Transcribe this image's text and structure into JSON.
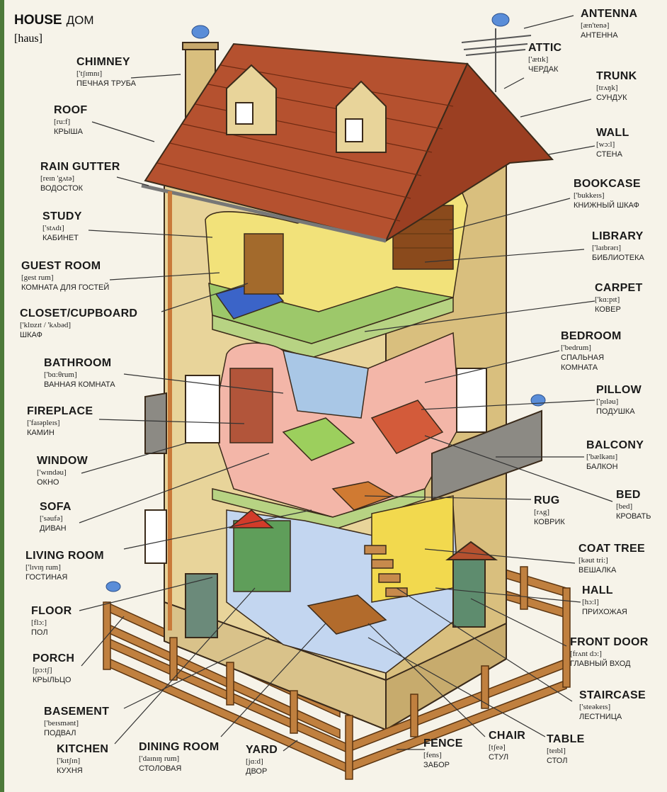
{
  "title": {
    "en": "HOUSE",
    "ru": "ДОМ",
    "transcription": "[haus]"
  },
  "labels": {
    "antenna": {
      "en": "ANTENNA",
      "tr": "[æn'tenə]",
      "ru": "АНТЕННА"
    },
    "attic": {
      "en": "ATTIC",
      "tr": "['ætɪk]",
      "ru": "ЧЕРДАК"
    },
    "trunk": {
      "en": "TRUNK",
      "tr": "[trʌŋk]",
      "ru": "СУНДУК"
    },
    "wall": {
      "en": "WALL",
      "tr": "[wɔ:l]",
      "ru": "СТЕНА"
    },
    "bookcase": {
      "en": "BOOKCASE",
      "tr": "['bukkeɪs]",
      "ru": "КНИЖНЫЙ ШКАФ"
    },
    "library": {
      "en": "LIBRARY",
      "tr": "['laɪbrərɪ]",
      "ru": "БИБЛИОТЕКА"
    },
    "carpet": {
      "en": "CARPET",
      "tr": "['kɑ:pɪt]",
      "ru": "КОВЕР"
    },
    "bedroom": {
      "en": "BEDROOM",
      "tr": "['bedrum]",
      "ru1": "СПАЛЬНАЯ",
      "ru2": "КОМНАТА"
    },
    "pillow": {
      "en": "PILLOW",
      "tr": "['pɪləu]",
      "ru": "ПОДУШКА"
    },
    "balcony": {
      "en": "BALCONY",
      "tr": "['bælkənɪ]",
      "ru": "БАЛКОН"
    },
    "bed": {
      "en": "BED",
      "tr": "[bed]",
      "ru": "КРОВАТЬ"
    },
    "rug": {
      "en": "RUG",
      "tr": "[rʌg]",
      "ru": "КОВРИК"
    },
    "coat_tree": {
      "en": "COAT TREE",
      "tr": "[kəut tri:]",
      "ru": "ВЕШАЛКА"
    },
    "hall": {
      "en": "HALL",
      "tr": "[hɔ:l]",
      "ru": "ПРИХОЖАЯ"
    },
    "front_door": {
      "en": "FRONT DOOR",
      "tr": "[frʌnt dɔ:]",
      "ru": "ГЛАВНЫЙ ВХОД"
    },
    "staircase": {
      "en": "STAIRCASE",
      "tr": "['steəkeɪs]",
      "ru": "ЛЕСТНИЦА"
    },
    "table": {
      "en": "TABLE",
      "tr": "[teɪbl]",
      "ru": "СТОЛ"
    },
    "chair": {
      "en": "CHAIR",
      "tr": "[tʃeə]",
      "ru": "СТУЛ"
    },
    "fence": {
      "en": "FENCE",
      "tr": "[fens]",
      "ru": "ЗАБОР"
    },
    "yard": {
      "en": "YARD",
      "tr": "[jɑ:d]",
      "ru": "ДВОР"
    },
    "dining_room": {
      "en": "DINING ROOM",
      "tr": "['daɪnɪŋ rum]",
      "ru": "СТОЛОВАЯ"
    },
    "kitchen": {
      "en": "KITCHEN",
      "tr": "['kɪtʃɪn]",
      "ru": "КУХНЯ"
    },
    "basement": {
      "en": "BASEMENT",
      "tr": "['beɪsmənt]",
      "ru": "ПОДВАЛ"
    },
    "porch": {
      "en": "PORCH",
      "tr": "[pɔ:tʃ]",
      "ru": "КРЫЛЬЦО"
    },
    "floor": {
      "en": "FLOOR",
      "tr": "[flɔ:]",
      "ru": "ПОЛ"
    },
    "living_room": {
      "en": "LIVING ROOM",
      "tr": "['lɪvɪŋ rum]",
      "ru": "ГОСТИНАЯ"
    },
    "sofa": {
      "en": "SOFA",
      "tr": "['səufə]",
      "ru": "ДИВАН"
    },
    "window": {
      "en": "WINDOW",
      "tr": "['wɪndəu]",
      "ru": "ОКНО"
    },
    "fireplace": {
      "en": "FIREPLACE",
      "tr": "['faɪəpleɪs]",
      "ru": "КАМИН"
    },
    "bathroom": {
      "en": "BATHROOM",
      "tr": "['bɑ:θrum]",
      "ru": "ВАННАЯ КОМНАТА"
    },
    "closet": {
      "en": "CLOSET/CUPBOARD",
      "tr": "['klɒzɪt / 'kʌbəd]",
      "ru": "ШКАФ"
    },
    "guest_room": {
      "en": "GUEST ROOM",
      "tr": "[gest rum]",
      "ru": "КОМНАТА ДЛЯ ГОСТЕЙ"
    },
    "study": {
      "en": "STUDY",
      "tr": "['stʌdɪ]",
      "ru": "КАБИНЕТ"
    },
    "rain_gutter": {
      "en": "RAIN GUTTER",
      "tr": "[reɪn 'gʌtə]",
      "ru": "ВОДОСТОК"
    },
    "roof": {
      "en": "ROOF",
      "tr": "[ru:f]",
      "ru": "КРЫША"
    },
    "chimney": {
      "en": "CHIMNEY",
      "tr": "['tʃɪmnɪ]",
      "ru": "ПЕЧНАЯ ТРУБА"
    }
  },
  "colors": {
    "roof": "#b5512f",
    "wall": "#e8d49a",
    "fence": "#b5753d",
    "outline": "#3a2a1a",
    "leader": "#333333"
  }
}
